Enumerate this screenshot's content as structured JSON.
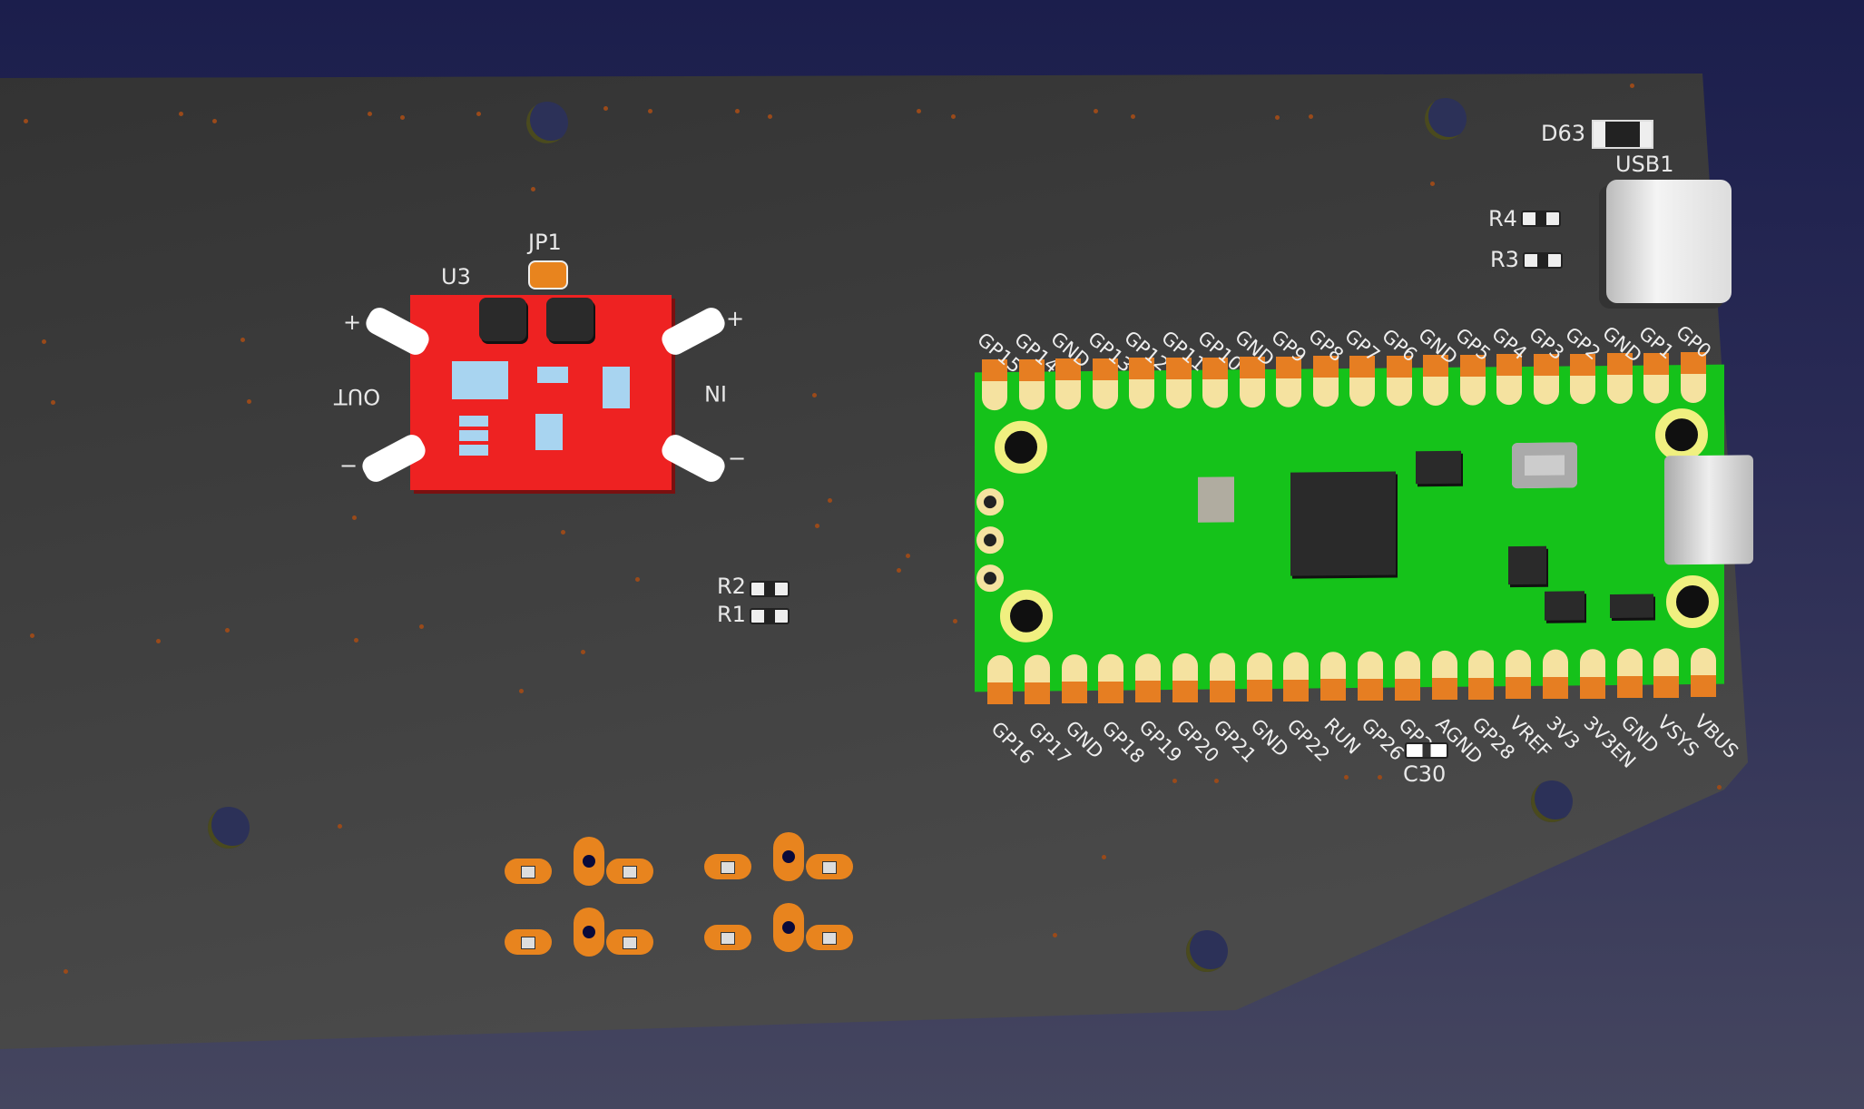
{
  "viewer": {
    "board_color": "#3b3b3b",
    "background_top": "#1b1e4c"
  },
  "module_u3": {
    "ref": "U3",
    "jumper": "JP1",
    "out_label": "OUT",
    "in_label": "IN",
    "plus": "+",
    "minus": "−",
    "color": "#ee2222"
  },
  "resistors": {
    "r1": "R1",
    "r2": "R2",
    "r3": "R3",
    "r4": "R4"
  },
  "diode": "D63",
  "usb": "USB1",
  "capacitor": "C30",
  "pico": {
    "color": "#15c21a",
    "top_pins": [
      "GP15",
      "GP14",
      "GND",
      "GP13",
      "GP12",
      "GP11",
      "GP10",
      "GND",
      "GP9",
      "GP8",
      "GP7",
      "GP6",
      "GND",
      "GP5",
      "GP4",
      "GP3",
      "GP2",
      "GND",
      "GP1",
      "GP0"
    ],
    "bottom_pins": [
      "GP16",
      "GP17",
      "GND",
      "GP18",
      "GP19",
      "GP20",
      "GP21",
      "GND",
      "GP22",
      "RUN",
      "GP26",
      "GP27",
      "AGND",
      "GP28",
      "VREF",
      "3V3",
      "3V3EN",
      "GND",
      "VSYS",
      "VBUS"
    ]
  }
}
